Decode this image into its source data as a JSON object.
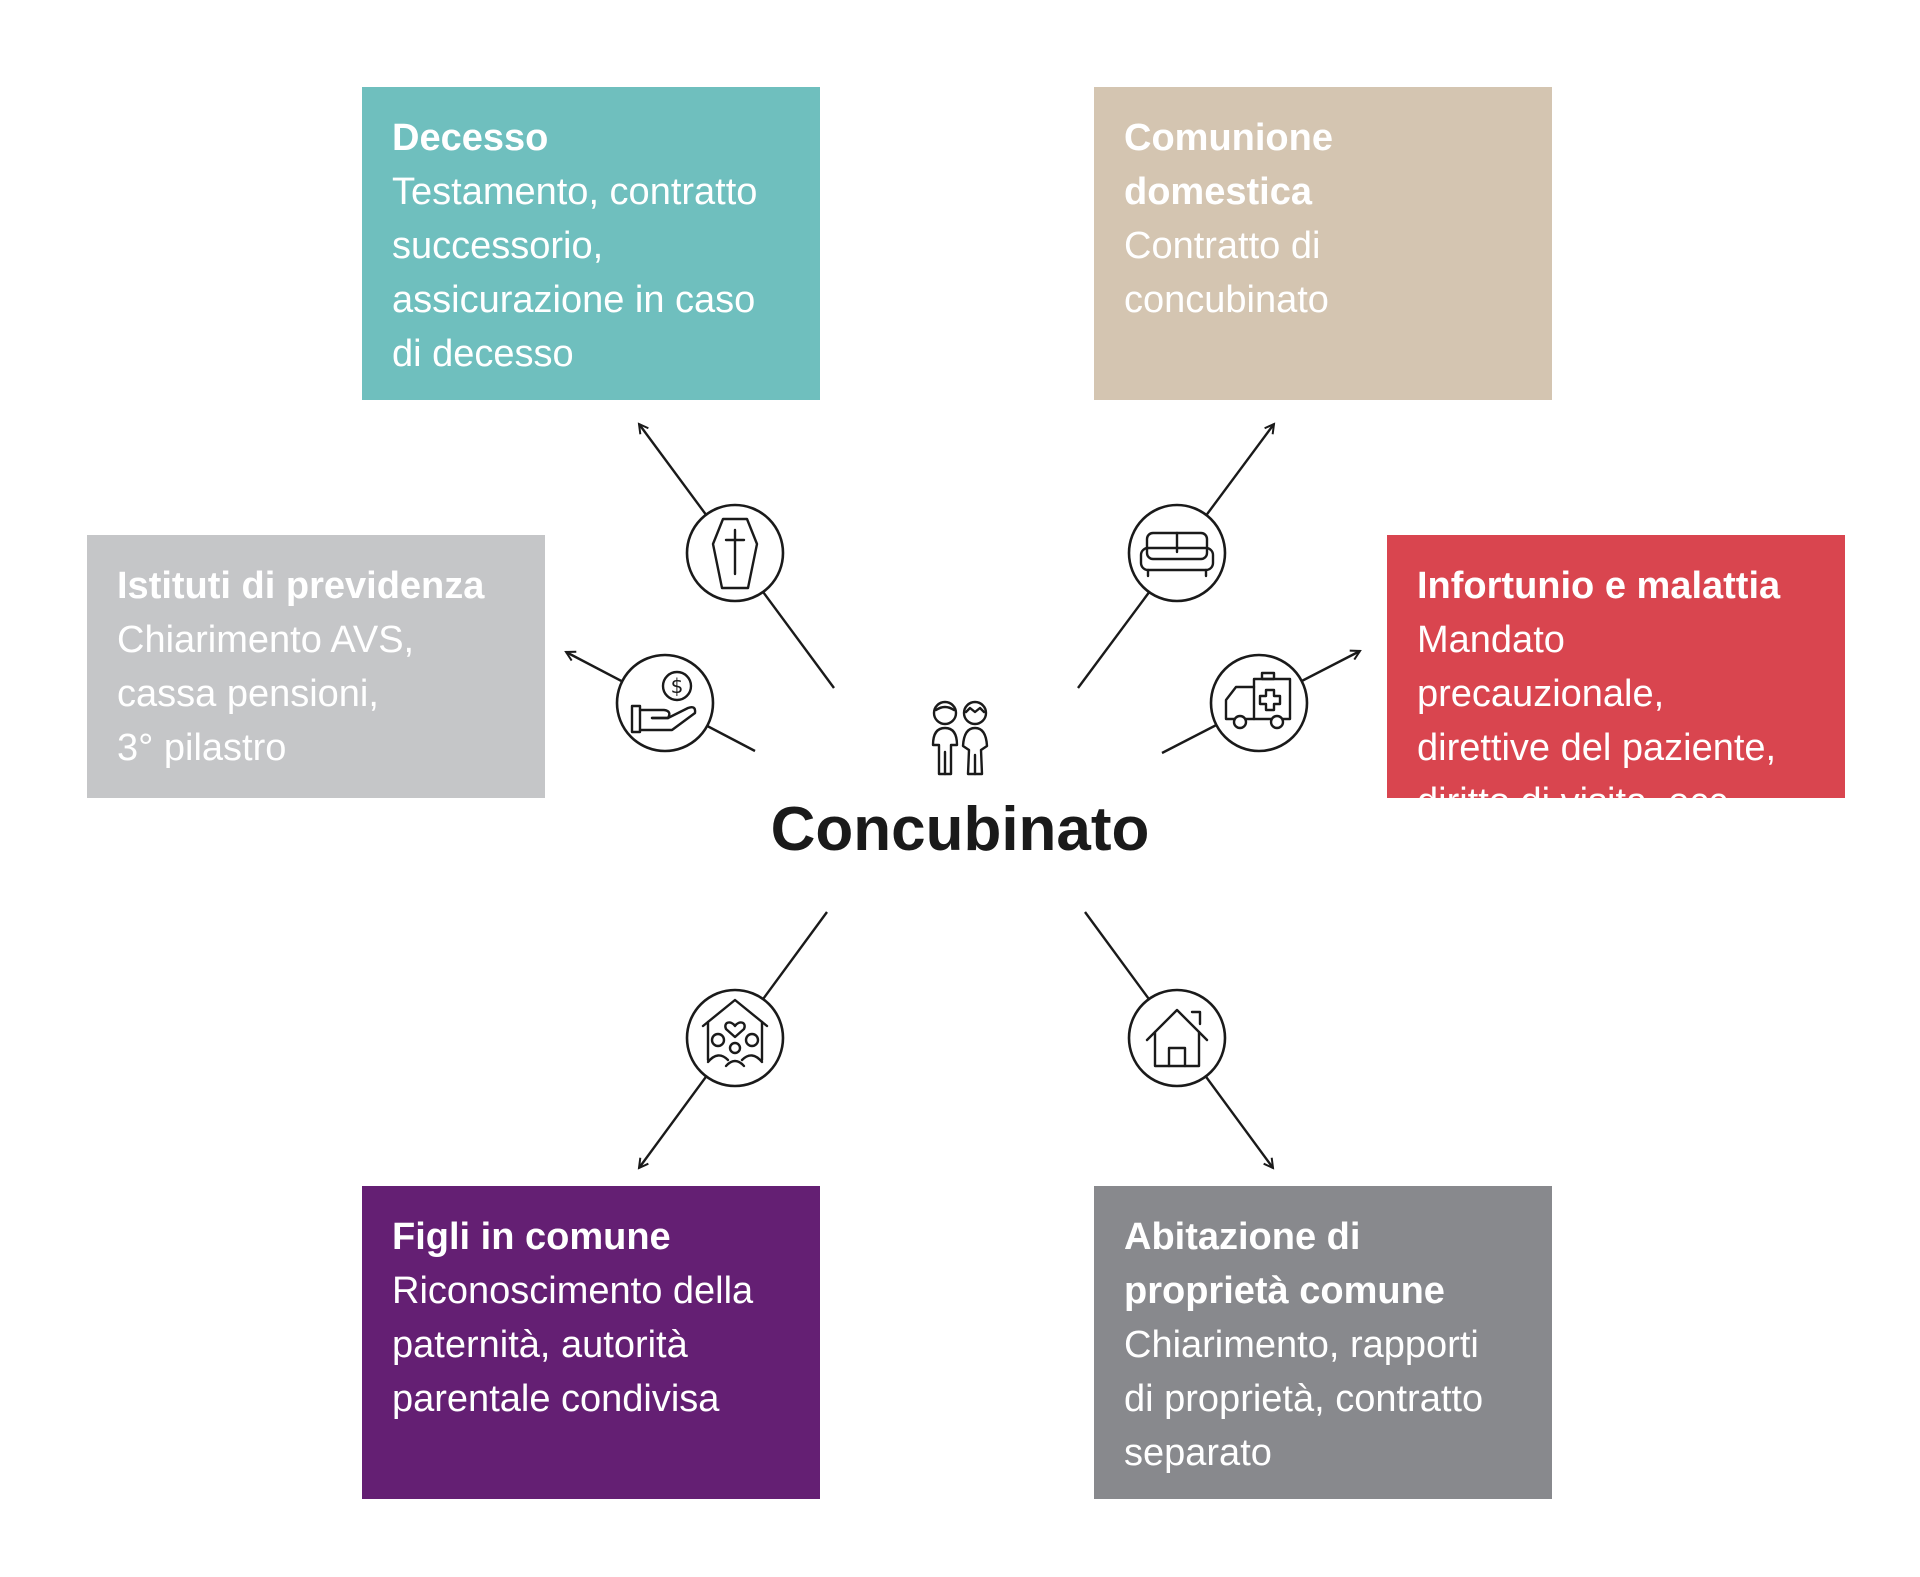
{
  "center": {
    "title": "Concubinato",
    "icon": "couple-icon"
  },
  "boxes": {
    "decesso": {
      "title": "Decesso",
      "body": "Testamento, contratto\nsuccessorio,\nassicurazione in caso\ndi decesso",
      "color": "#6fbfbe",
      "icon": "coffin-icon"
    },
    "comunione": {
      "title": "Comunione\ndomestica",
      "body": "Contratto di\nconcubinato",
      "color": "#d4c5b1",
      "icon": "sofa-icon"
    },
    "istituti": {
      "title": "Istituti di previdenza",
      "body": "Chiarimento AVS,\ncassa pensioni,\n3° pilastro",
      "color": "#c5c6c8",
      "icon": "hand-coin-icon"
    },
    "infortunio": {
      "title": "Infortunio e malattia",
      "body": "Mandato precauzionale,\ndirettive del paziente,\ndiritto di visita, ecc.",
      "color": "#d9454f",
      "icon": "ambulance-icon"
    },
    "figli": {
      "title": "Figli in comune",
      "body": "Riconoscimento della\npaternità, autorità\nparentale condivisa",
      "color": "#641f73",
      "icon": "family-house-icon"
    },
    "abitazione": {
      "title": "Abitazione di\nproprietà comune",
      "body": "Chiarimento, rapporti\ndi proprietà, contratto\nseparato",
      "color": "#88898d",
      "icon": "house-icon"
    }
  }
}
